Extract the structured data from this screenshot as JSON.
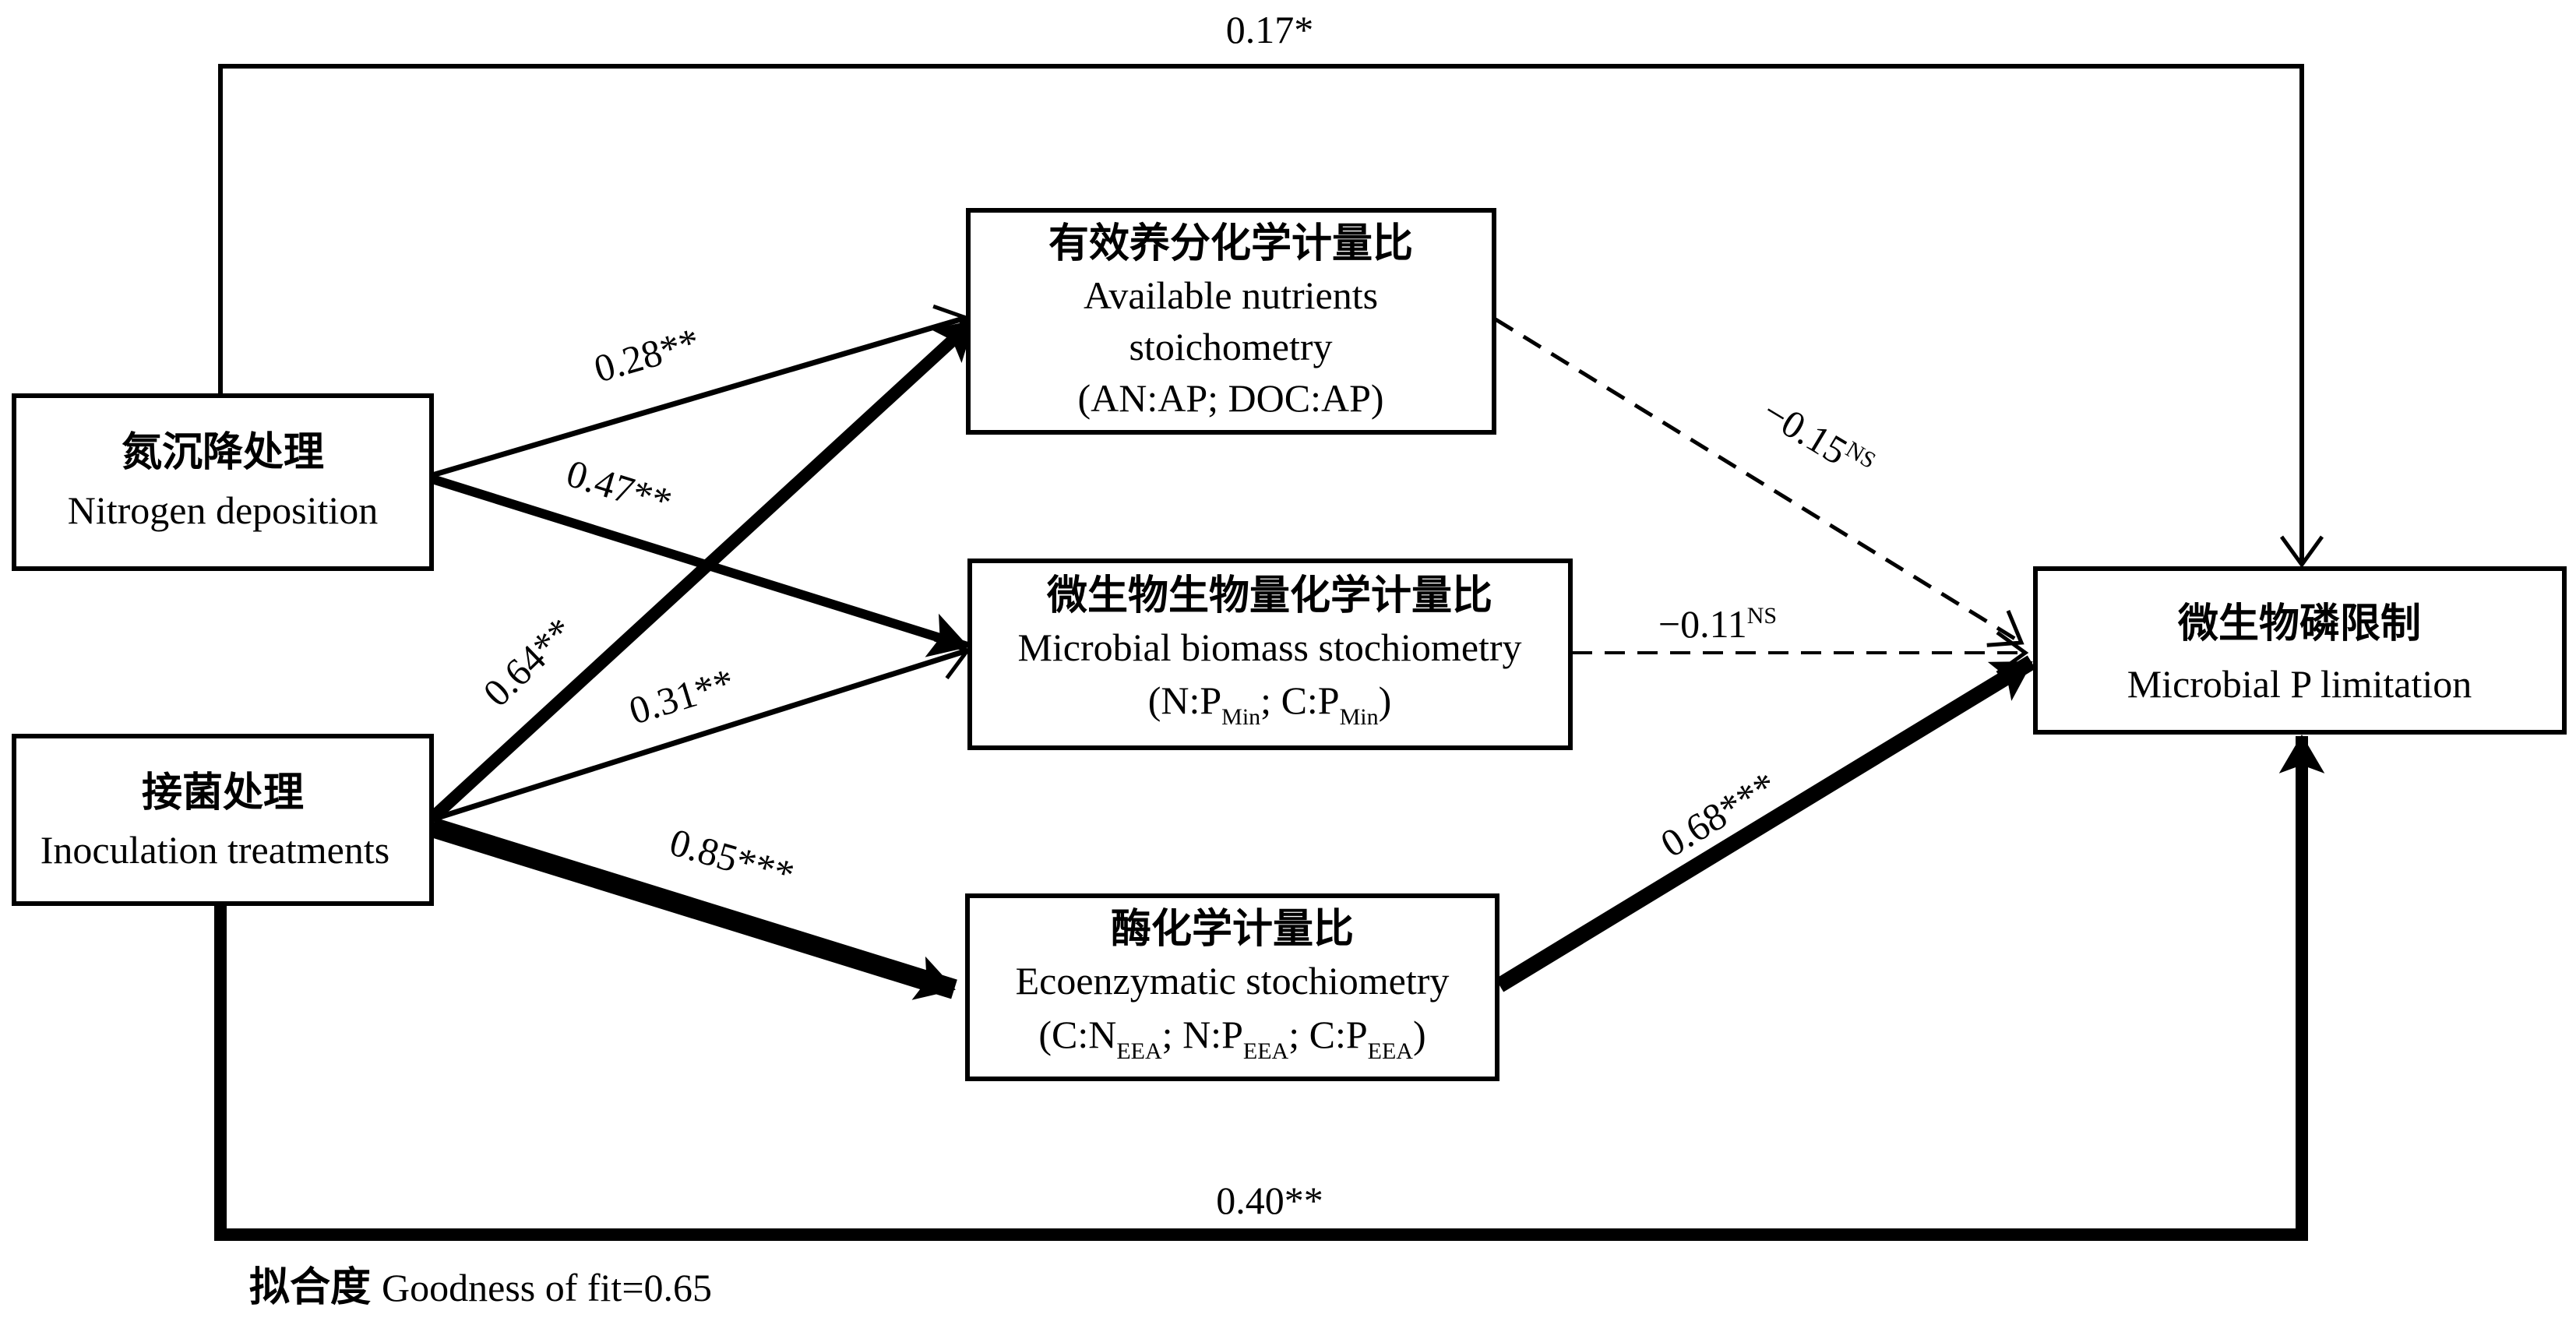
{
  "nodes": {
    "nitrogen": {
      "zh": "氮沉降处理",
      "en": "Nitrogen deposition"
    },
    "inoculation": {
      "zh": "接菌处理",
      "en": "Inoculation treatments"
    },
    "available": {
      "zh": "有效养分化学计量比",
      "en1": "Available nutrients",
      "en2": "stoichometry",
      "en3": "(AN:AP; DOC:AP)"
    },
    "microbial_biomass": {
      "zh": "微生物生物量化学计量比",
      "en1": "Microbial biomass stochiometry",
      "en2": {
        "open": "(N:P",
        "sub1": "Min",
        "mid": "; C:P",
        "sub2": "Min",
        "close": ")"
      }
    },
    "enzymatic": {
      "zh": "酶化学计量比",
      "en1": "Ecoenzymatic stochiometry",
      "en2": {
        "open": "(C:N",
        "sub1": "EEA",
        "mid1": "; N:P",
        "sub2": "EEA",
        "mid2": "; C:P",
        "sub3": "EEA",
        "close": ")"
      }
    },
    "p_limitation": {
      "zh": "微生物磷限制",
      "en": "Microbial P limitation"
    }
  },
  "paths": {
    "n_to_p_direct": {
      "value": "0.17*"
    },
    "n_to_available": {
      "value": "0.28**"
    },
    "n_to_biomass": {
      "value": "0.47**"
    },
    "inoc_to_available": {
      "value": "0.64**"
    },
    "inoc_to_biomass": {
      "value": "0.31**"
    },
    "inoc_to_enzymatic": {
      "value": "0.85***"
    },
    "available_to_p": {
      "value": "−0.15",
      "sup": "NS"
    },
    "biomass_to_p": {
      "value": "−0.11",
      "sup": "NS"
    },
    "enzymatic_to_p": {
      "value": "0.68***"
    },
    "inoc_to_p_direct": {
      "value": "0.40**"
    }
  },
  "fit": {
    "label_zh": "拟合度",
    "label_en": "Goodness of fit=0.65"
  }
}
